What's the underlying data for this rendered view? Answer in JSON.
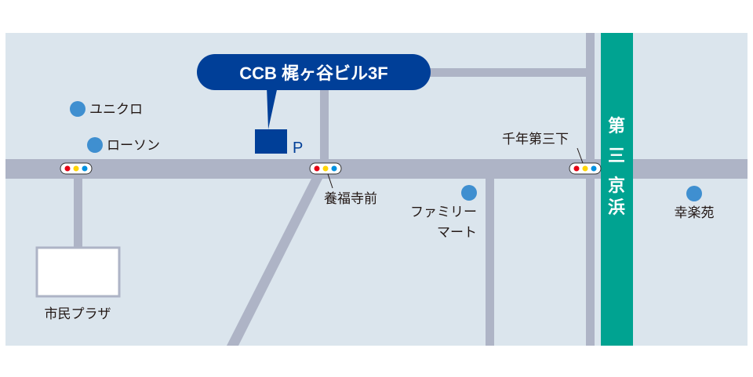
{
  "building": {
    "label": "CCB 梶ヶ谷ビル3F",
    "parking_label": "P"
  },
  "landmarks": [
    {
      "name": "ユニクロ"
    },
    {
      "name": "ローソン"
    },
    {
      "name": "ファミリー",
      "name2": "マート"
    },
    {
      "name": "幸楽苑"
    },
    {
      "name": "市民プラザ"
    }
  ],
  "intersections": [
    {
      "name": "養福寺前"
    },
    {
      "name": "千年第三下"
    }
  ],
  "highway": {
    "chars": [
      "第",
      "三",
      "京",
      "浜"
    ]
  },
  "colors": {
    "background": "#dbe5ed",
    "road": "#aeb4c6",
    "highway": "#00a391",
    "brand": "#003f98",
    "poi": "#3f8fd0"
  }
}
